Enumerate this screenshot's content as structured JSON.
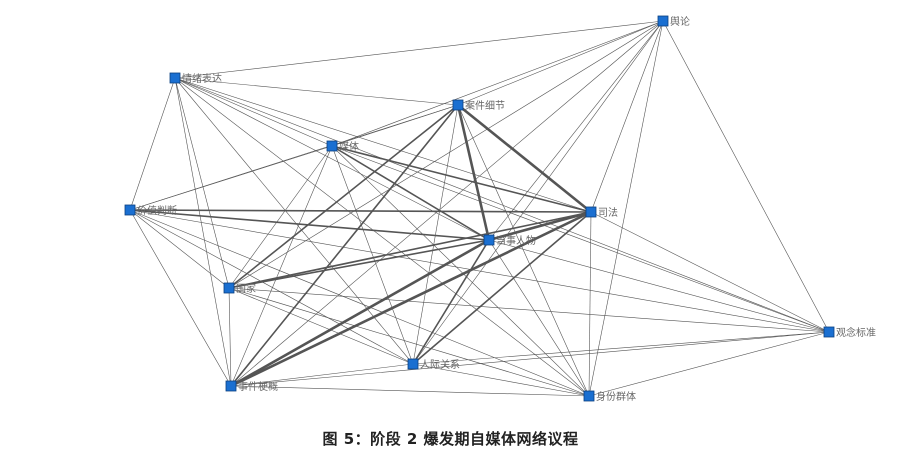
{
  "caption": "图 5：阶段 2 爆发期自媒体网络议程",
  "colors": {
    "node": "#1a6fd1",
    "edge": "#555555",
    "label": "#666666"
  },
  "nodes": [
    {
      "id": "yulun",
      "label": "舆论"
    },
    {
      "id": "qingxu",
      "label": "情绪表达"
    },
    {
      "id": "anjian",
      "label": "案件细节"
    },
    {
      "id": "meiti",
      "label": "媒体"
    },
    {
      "id": "jiazhi",
      "label": "价值判断"
    },
    {
      "id": "sifa",
      "label": "司法"
    },
    {
      "id": "dangshi",
      "label": "当事人物"
    },
    {
      "id": "guojia",
      "label": "国家"
    },
    {
      "id": "guannian",
      "label": "观念标准"
    },
    {
      "id": "renji",
      "label": "人际关系"
    },
    {
      "id": "shijian",
      "label": "事件梗概"
    },
    {
      "id": "shenfen",
      "label": "身份群体"
    }
  ],
  "edges": [
    [
      "yulun",
      "qingxu",
      1
    ],
    [
      "yulun",
      "anjian",
      1
    ],
    [
      "yulun",
      "meiti",
      1
    ],
    [
      "yulun",
      "sifa",
      1
    ],
    [
      "yulun",
      "dangshi",
      1
    ],
    [
      "yulun",
      "guojia",
      1
    ],
    [
      "yulun",
      "guannian",
      1
    ],
    [
      "yulun",
      "renji",
      1
    ],
    [
      "yulun",
      "shijian",
      1
    ],
    [
      "yulun",
      "shenfen",
      1
    ],
    [
      "qingxu",
      "anjian",
      1
    ],
    [
      "qingxu",
      "meiti",
      1
    ],
    [
      "qingxu",
      "jiazhi",
      1
    ],
    [
      "qingxu",
      "sifa",
      1
    ],
    [
      "qingxu",
      "dangshi",
      1
    ],
    [
      "qingxu",
      "guojia",
      1
    ],
    [
      "qingxu",
      "guannian",
      1
    ],
    [
      "qingxu",
      "renji",
      1
    ],
    [
      "qingxu",
      "shijian",
      1
    ],
    [
      "qingxu",
      "shenfen",
      1
    ],
    [
      "anjian",
      "meiti",
      1
    ],
    [
      "anjian",
      "jiazhi",
      1
    ],
    [
      "anjian",
      "sifa",
      3
    ],
    [
      "anjian",
      "dangshi",
      3
    ],
    [
      "anjian",
      "guojia",
      2
    ],
    [
      "anjian",
      "renji",
      1
    ],
    [
      "anjian",
      "shijian",
      2
    ],
    [
      "anjian",
      "shenfen",
      1
    ],
    [
      "meiti",
      "jiazhi",
      1
    ],
    [
      "meiti",
      "sifa",
      2
    ],
    [
      "meiti",
      "dangshi",
      2
    ],
    [
      "meiti",
      "guojia",
      1
    ],
    [
      "meiti",
      "guannian",
      1
    ],
    [
      "meiti",
      "renji",
      1
    ],
    [
      "meiti",
      "shijian",
      1
    ],
    [
      "meiti",
      "shenfen",
      1
    ],
    [
      "jiazhi",
      "sifa",
      2
    ],
    [
      "jiazhi",
      "dangshi",
      2
    ],
    [
      "jiazhi",
      "guojia",
      1
    ],
    [
      "jiazhi",
      "guannian",
      1
    ],
    [
      "jiazhi",
      "renji",
      1
    ],
    [
      "jiazhi",
      "shijian",
      1
    ],
    [
      "jiazhi",
      "shenfen",
      1
    ],
    [
      "sifa",
      "dangshi",
      3
    ],
    [
      "sifa",
      "guojia",
      2
    ],
    [
      "sifa",
      "guannian",
      1
    ],
    [
      "sifa",
      "renji",
      2
    ],
    [
      "sifa",
      "shijian",
      3
    ],
    [
      "sifa",
      "shenfen",
      1
    ],
    [
      "dangshi",
      "guojia",
      2
    ],
    [
      "dangshi",
      "guannian",
      1
    ],
    [
      "dangshi",
      "renji",
      2
    ],
    [
      "dangshi",
      "shijian",
      3
    ],
    [
      "dangshi",
      "shenfen",
      1
    ],
    [
      "guojia",
      "guannian",
      1
    ],
    [
      "guojia",
      "renji",
      1
    ],
    [
      "guojia",
      "shijian",
      1
    ],
    [
      "guojia",
      "shenfen",
      1
    ],
    [
      "guannian",
      "renji",
      1
    ],
    [
      "guannian",
      "shijian",
      1
    ],
    [
      "guannian",
      "shenfen",
      1
    ],
    [
      "renji",
      "shijian",
      1
    ],
    [
      "renji",
      "shenfen",
      1
    ],
    [
      "shijian",
      "shenfen",
      1
    ]
  ]
}
